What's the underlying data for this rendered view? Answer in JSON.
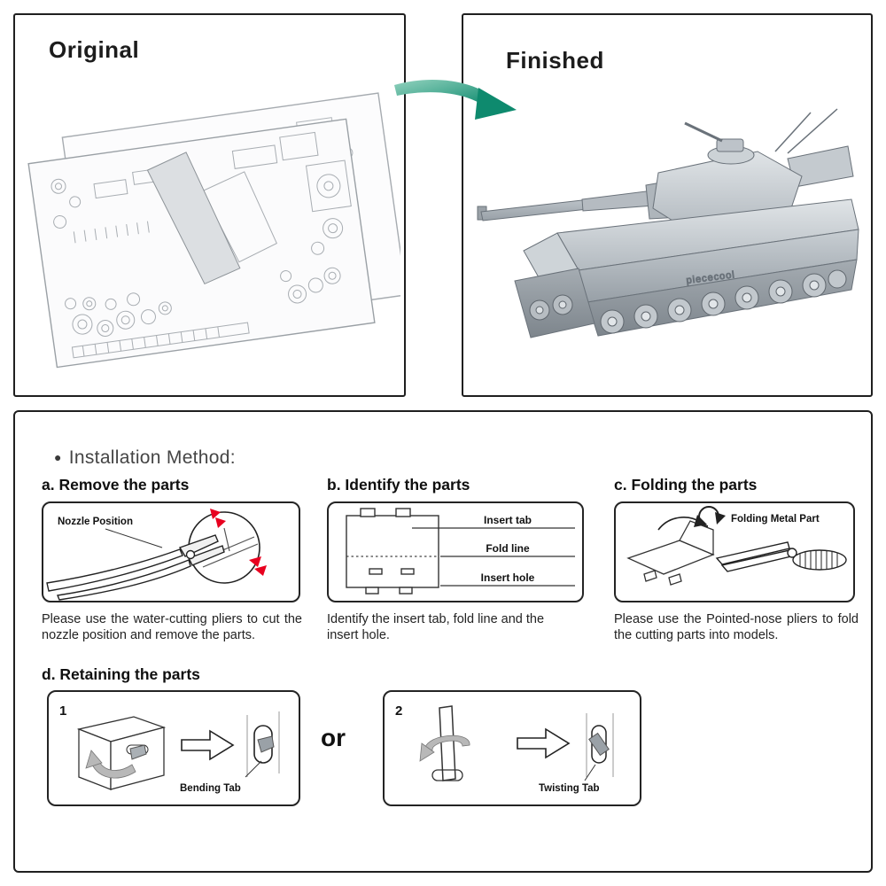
{
  "top": {
    "original": {
      "title": "Original"
    },
    "finished": {
      "title": "Finished",
      "model_side_text": "piececool"
    }
  },
  "installation": {
    "bullet": "●",
    "heading": "Installation Method:",
    "step_a": {
      "title": "a. Remove the parts",
      "diagram": {
        "nozzle_position_label": "Nozzle Position"
      },
      "description": "Please use the water-cutting pliers to cut the nozzle position and remove the parts."
    },
    "step_b": {
      "title": "b. Identify the parts",
      "diagram": {
        "insert_tab_label": "Insert tab",
        "fold_line_label": "Fold line",
        "insert_hole_label": "Insert hole"
      },
      "description": "Identify the insert tab, fold line and the insert hole."
    },
    "step_c": {
      "title": "c. Folding the parts",
      "diagram": {
        "folding_metal_part_label": "Folding Metal Part"
      },
      "description": "Please use the Pointed-nose pliers to fold the cutting parts into models."
    },
    "step_d": {
      "title": "d. Retaining the parts",
      "diagram_1": {
        "number": "1",
        "label": "Bending Tab"
      },
      "or_label": "or",
      "diagram_2": {
        "number": "2",
        "label": "Twisting Tab"
      }
    }
  },
  "colors": {
    "arrow_teal": "#0e8a6e",
    "accent_red": "#e8001f",
    "border_black": "#1f1f1f"
  }
}
